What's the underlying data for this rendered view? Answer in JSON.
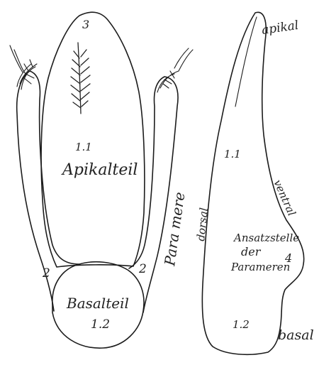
{
  "left_figure": {
    "number_3": "3",
    "number_1_1": "1.1",
    "apikalteil": "Apikalteil",
    "paramere": "Para mere",
    "number_2_left": "2",
    "number_2_right": "2",
    "basalteil": "Basalteil",
    "number_1_2": "1.2"
  },
  "right_figure": {
    "apikal": "apikal",
    "number_1_1": "1.1",
    "ventral": "ventral",
    "dorsal": "dorsal",
    "ansatz_line1": "Ansatzstelle",
    "ansatz_line2": "der",
    "ansatz_line3": "Parameren",
    "number_4": "4",
    "number_1_2": "1.2",
    "basal": "basal"
  }
}
